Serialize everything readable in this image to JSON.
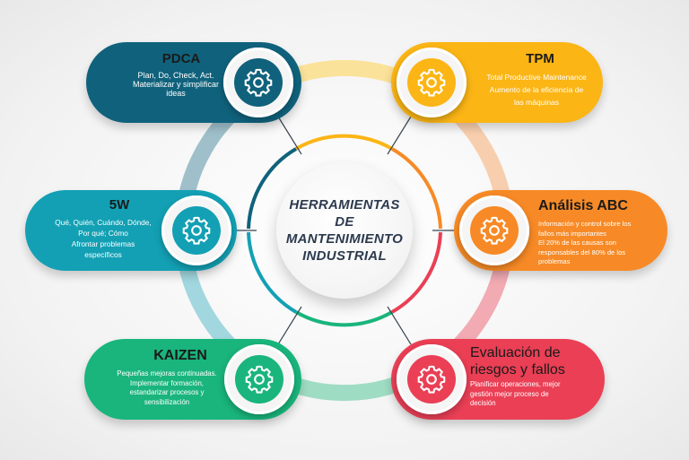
{
  "center": {
    "line1": "HERRAMIENTAS",
    "line2": "DE",
    "line3": "MANTENIMIENTO",
    "line4": "INDUSTRIAL"
  },
  "tools": [
    {
      "id": "pdca",
      "title": "PDCA",
      "color": "#10627c",
      "desc": [
        "Plan, Do, Check, Act.",
        "Materializar y simplificar",
        "ideas"
      ],
      "icon": "gear-icon"
    },
    {
      "id": "tpm",
      "title": "TPM",
      "color": "#fbb515",
      "desc": [
        "Total Productive Maintenance",
        "Aumento de la eficiencia de",
        "las máquinas"
      ],
      "icon": "gear-icon"
    },
    {
      "id": "5w",
      "title": "5W",
      "color": "#13a0b4",
      "desc": [
        "Qué, Quién, Cuándo, Dónde,",
        "Por qué; Cómo",
        "Afrontar problemas",
        "específicos"
      ],
      "icon": "gear-icon"
    },
    {
      "id": "abc",
      "title": "Análisis ABC",
      "color": "#f78a26",
      "desc": [
        "Información y control sobre los",
        "fallos más importantes",
        "El 20% de las causas son",
        "responsables del 80% de los",
        "problemas"
      ],
      "icon": "gear-icon"
    },
    {
      "id": "kaizen",
      "title": "KAIZEN",
      "color": "#19b57c",
      "desc": [
        "Pequeñas mejoras continuadas.",
        "Implementar formación,",
        "estandarizar procesos y",
        "sensibilización"
      ],
      "icon": "gear-icon"
    },
    {
      "id": "riesgos",
      "title_line1": "Evaluación de",
      "title_line2": "riesgos y fallos",
      "color": "#ea3f55",
      "desc": [
        "Planificar operaciones, mejor",
        "gestión  mejor proceso de",
        "decisión"
      ],
      "icon": "gear-icon"
    }
  ],
  "colors": {
    "pdca": "#10627c",
    "tpm": "#fbb515",
    "w5": "#13a0b4",
    "abc": "#f78a26",
    "kaizen": "#19b57c",
    "riesgos": "#ea3f55",
    "center_text": "#2c3a4e"
  }
}
